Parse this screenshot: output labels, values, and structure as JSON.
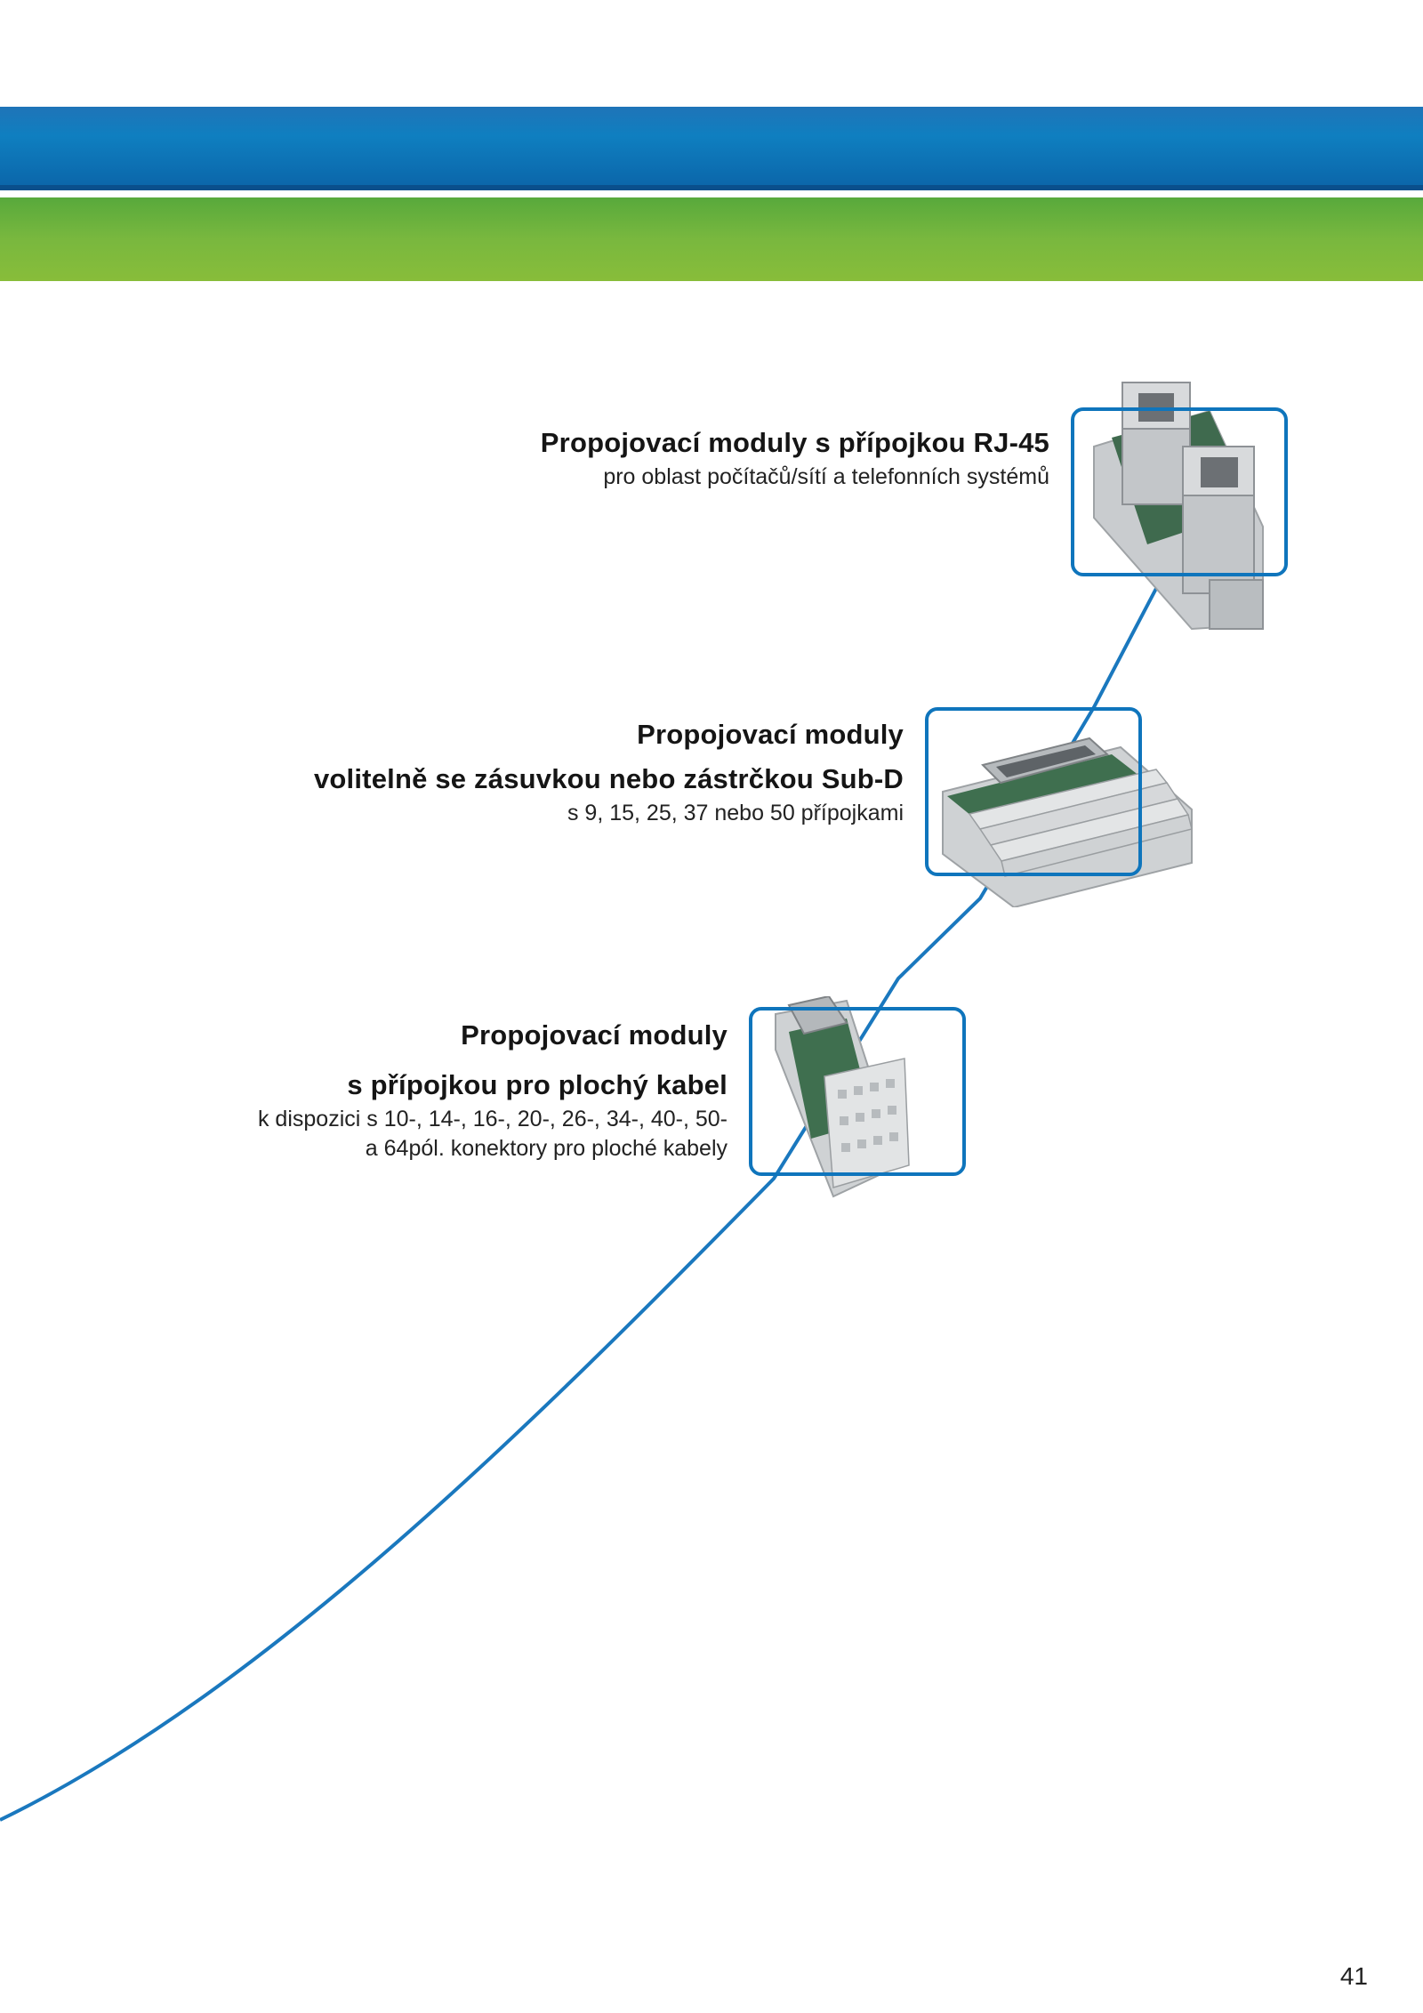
{
  "header": {
    "top_band_color": "#0f7fc0",
    "bottom_band_color": "#79b83e"
  },
  "accent_color": "#0f75bc",
  "sections": [
    {
      "title_lines": [
        "Propojovací moduly s přípojkou RJ-45"
      ],
      "subtitle_lines": [
        "pro oblast počítačů/sítí a telefonních systémů"
      ],
      "image": "rj45-module-image"
    },
    {
      "title_lines": [
        "Propojovací moduly",
        "volitelně se zásuvkou nebo zástrčkou Sub-D"
      ],
      "subtitle_lines": [
        "s 9, 15, 25, 37 nebo 50 přípojkami"
      ],
      "image": "subd-module-image"
    },
    {
      "title_lines": [
        "Propojovací moduly",
        "s přípojkou pro plochý kabel"
      ],
      "subtitle_lines": [
        "k dispozici s 10-, 14-, 16-, 20-, 26-, 34-, 40-, 50-",
        "a 64pól. konektory pro ploché kabely"
      ],
      "image": "flatcable-module-image"
    }
  ],
  "page_number": "41"
}
